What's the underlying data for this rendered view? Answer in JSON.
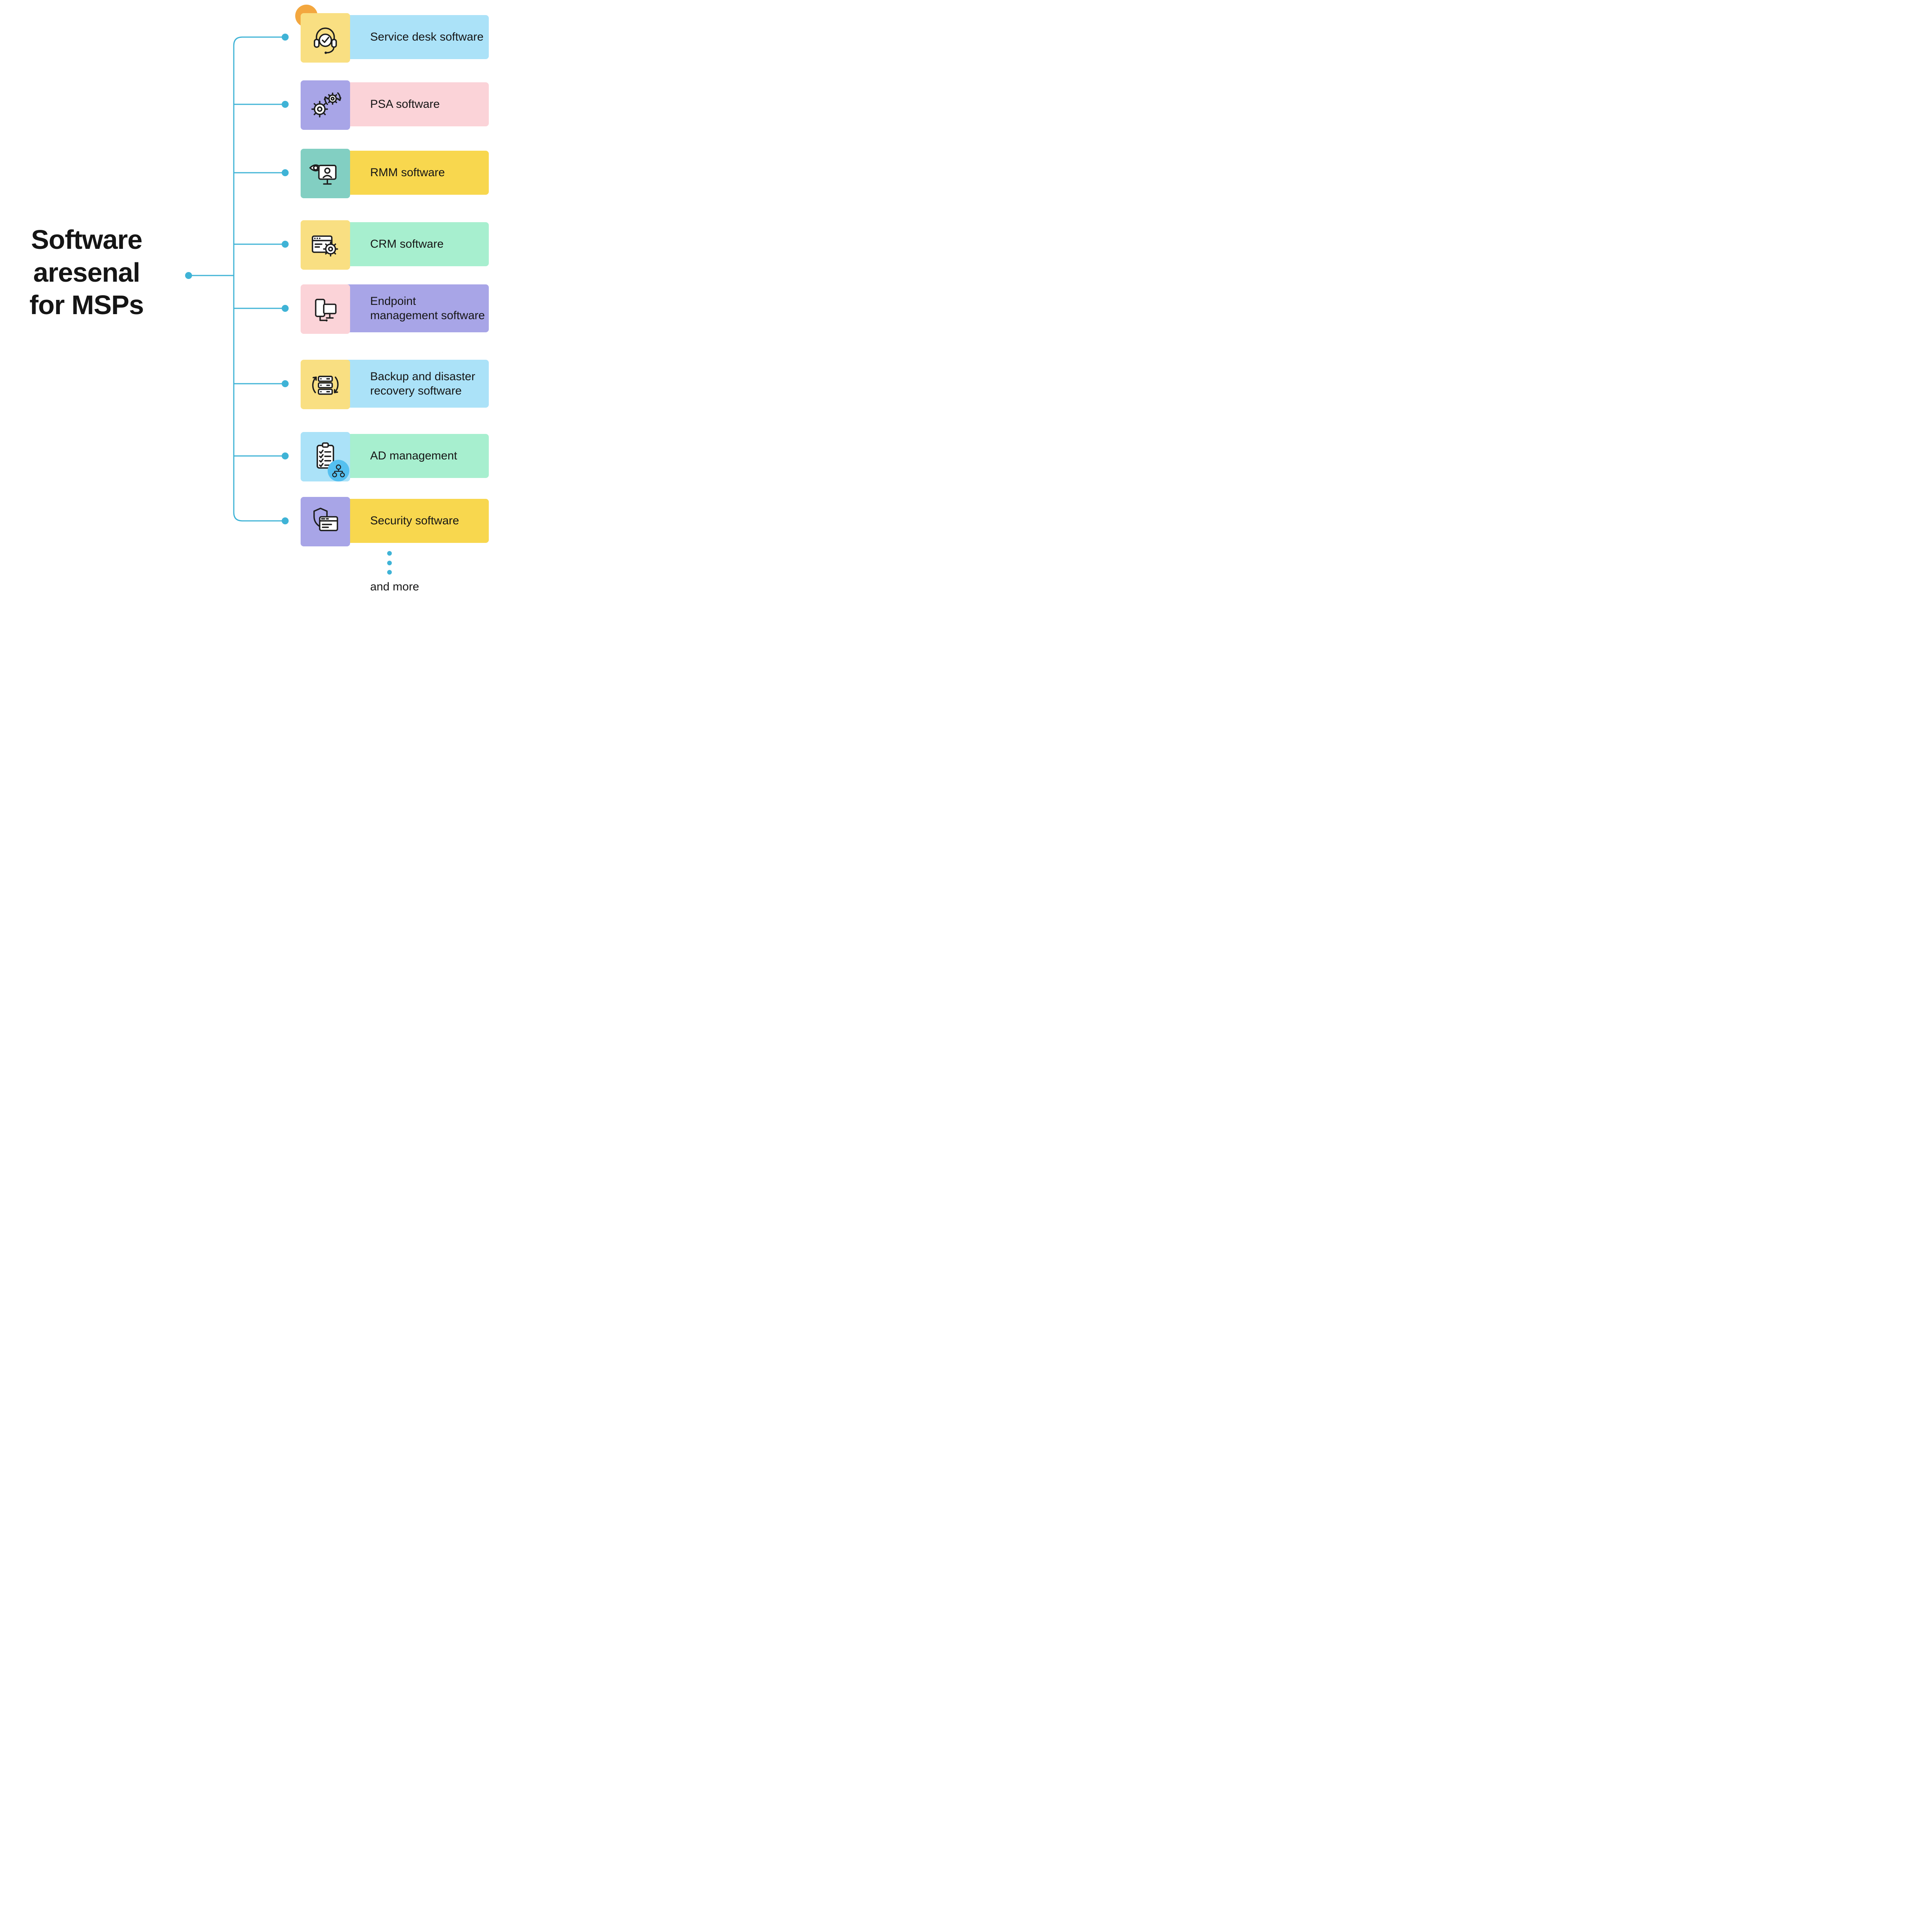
{
  "title": {
    "lines": [
      "Software",
      "aresenal",
      "for MSPs"
    ]
  },
  "footer": {
    "more_label": "and more"
  },
  "colors": {
    "connector": "#3FB3D6",
    "orange_accent": "#F3A73F",
    "badge_blue": "#55C0F0",
    "background": "#FFFFFF",
    "text": "#161616"
  },
  "items": [
    {
      "label": "Service desk software",
      "bar_color": "#ABE2F8",
      "tile_color": "#F9DF82",
      "icon": "headset-check-icon"
    },
    {
      "label": "PSA software",
      "bar_color": "#FBD3D8",
      "tile_color": "#A8A5E7",
      "icon": "gears-icon"
    },
    {
      "label": "RMM software",
      "bar_color": "#F8D74E",
      "tile_color": "#82CFC2",
      "icon": "monitor-eye-icon"
    },
    {
      "label": "CRM software",
      "bar_color": "#A7EFCF",
      "tile_color": "#F9DF82",
      "icon": "browser-gear-icon"
    },
    {
      "label": "Endpoint\nmanagement software",
      "bar_color": "#A8A5E7",
      "tile_color": "#FBD3D8",
      "icon": "devices-icon"
    },
    {
      "label": "Backup and disaster\nrecovery software",
      "bar_color": "#ABE2F8",
      "tile_color": "#F9DF82",
      "icon": "backup-server-icon"
    },
    {
      "label": "AD management",
      "bar_color": "#A7EFCF",
      "tile_color": "#ABE2F8",
      "icon": "clipboard-checklist-icon"
    },
    {
      "label": "Security software",
      "bar_color": "#F8D74E",
      "tile_color": "#A8A5E7",
      "icon": "shield-window-icon"
    }
  ]
}
